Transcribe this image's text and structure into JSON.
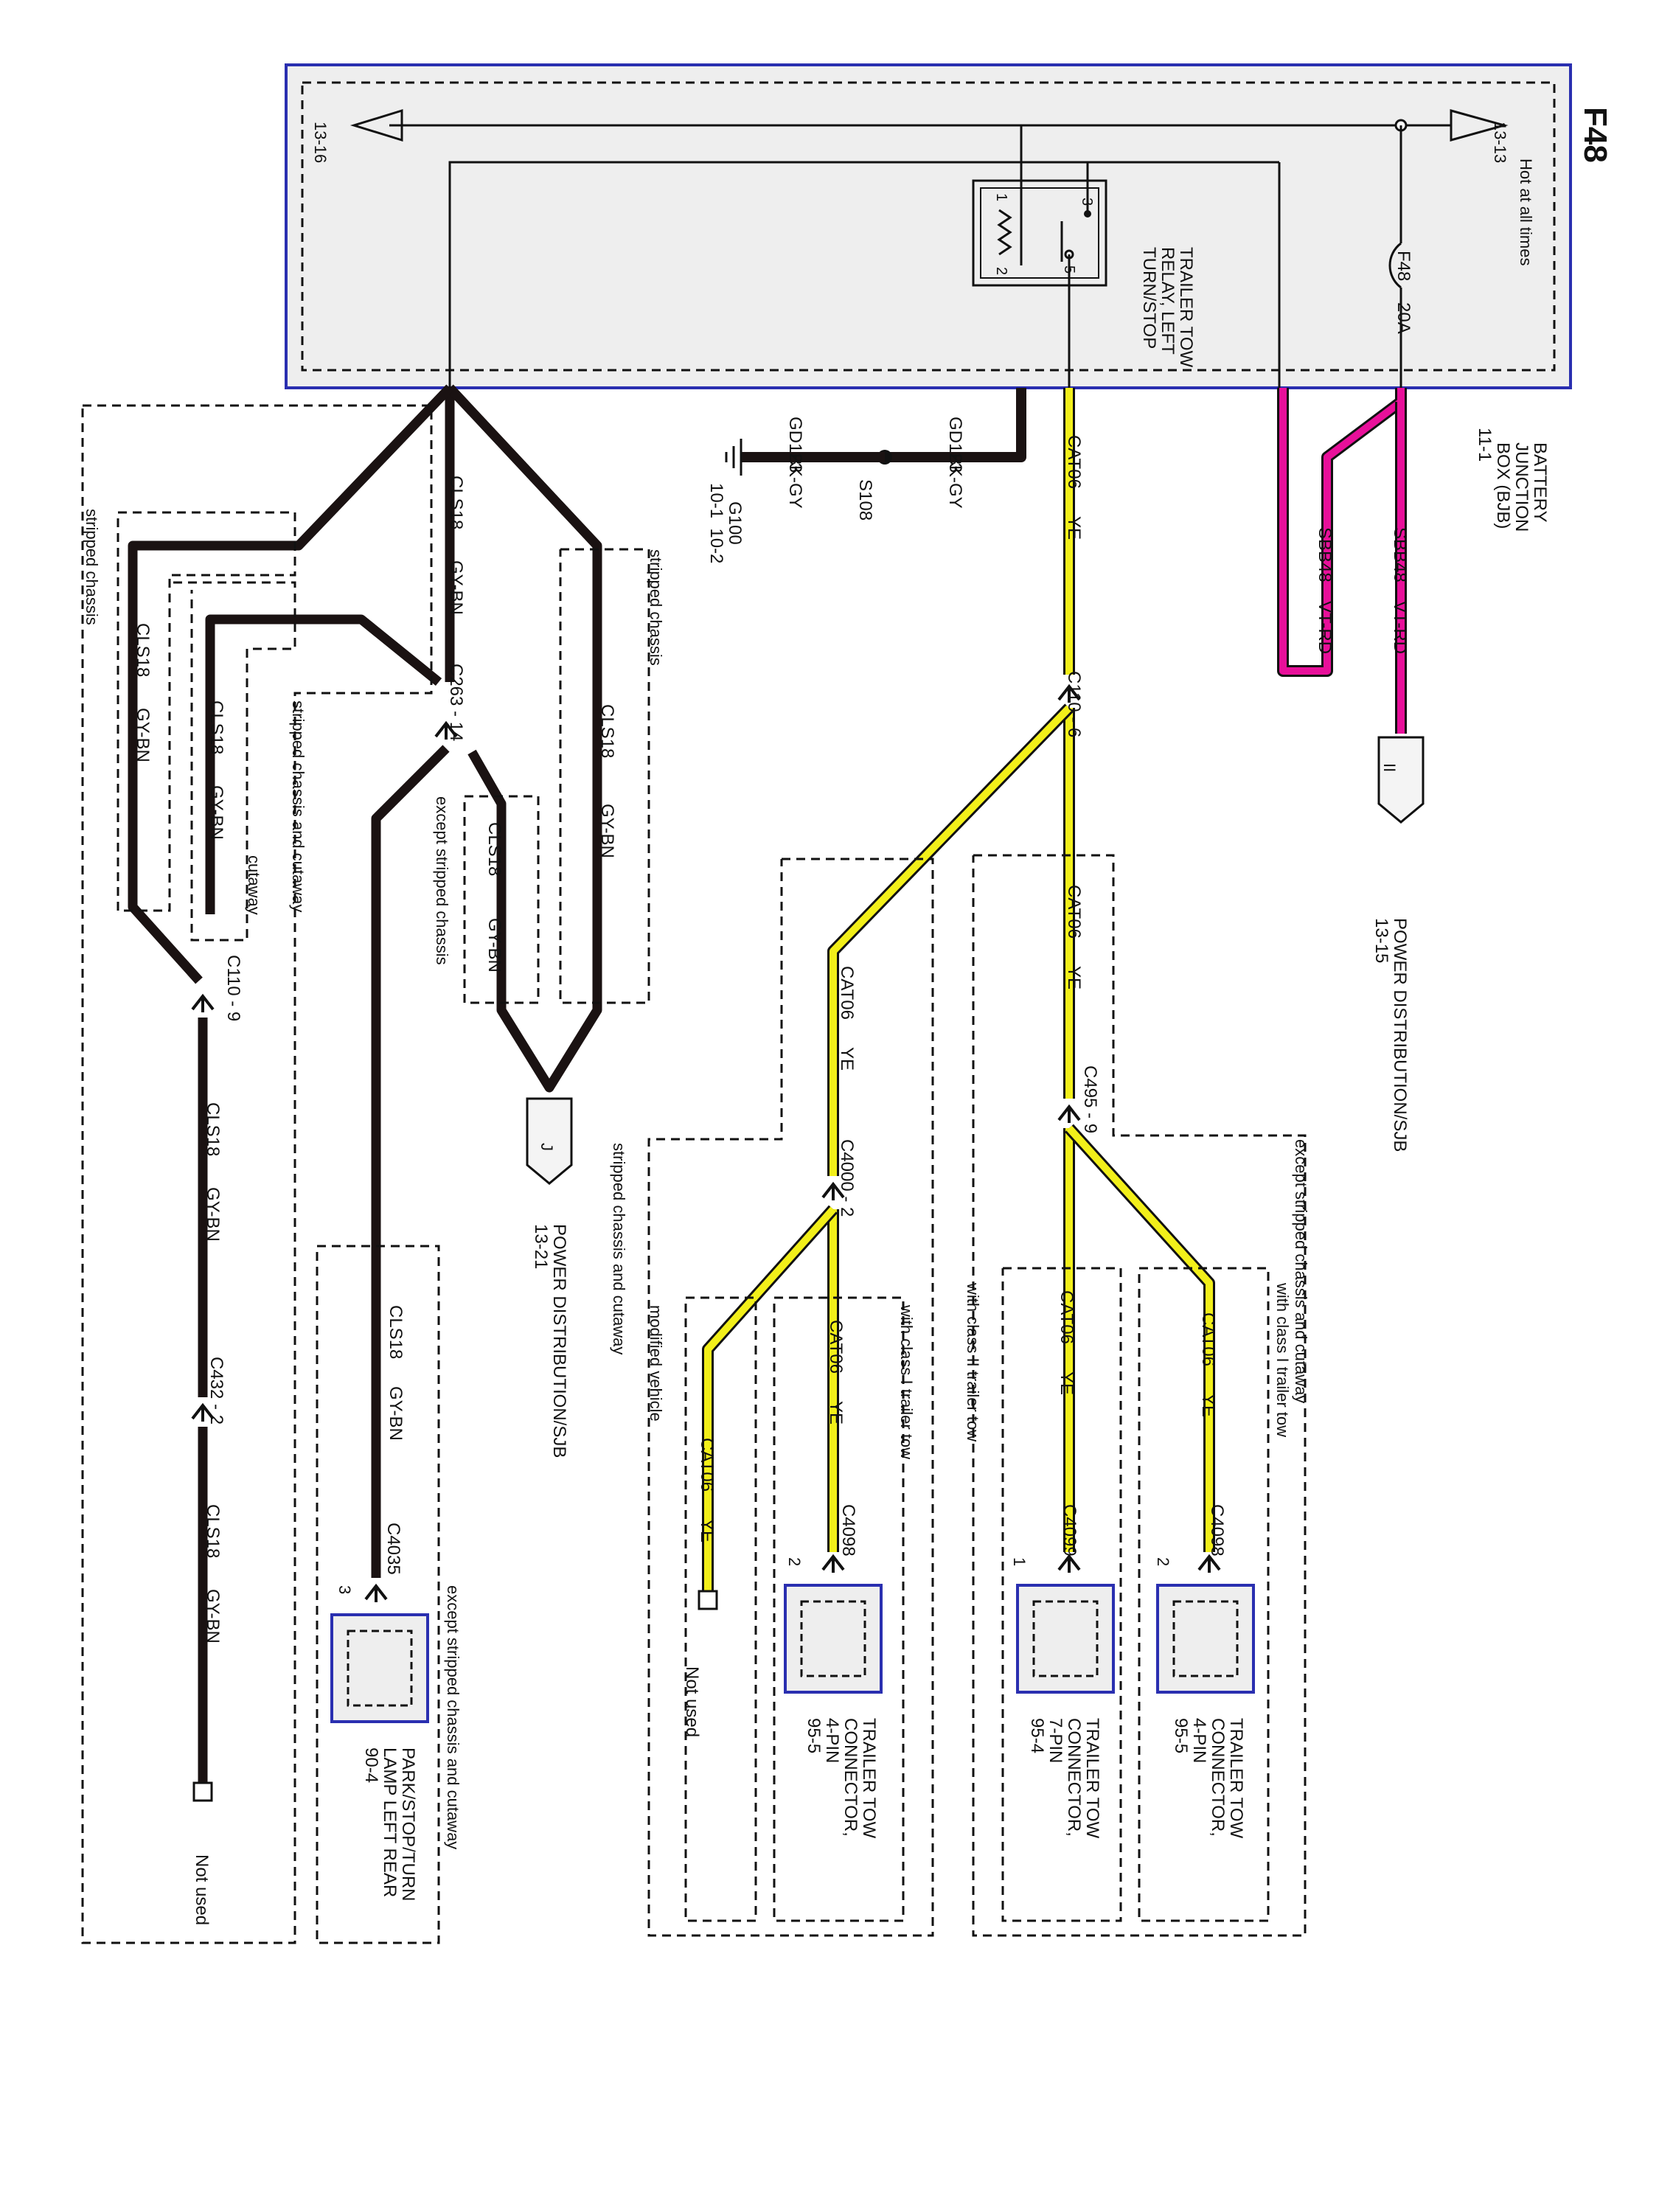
{
  "page_id": "F48",
  "bjb": {
    "name_lines": [
      "BATTERY",
      "JUNCTION",
      "BOX (BJB)",
      "11-1"
    ],
    "hot": "Hot at all times",
    "ref_top": "13-13",
    "ref_bottom": "13-16",
    "fuse_id": "F48",
    "fuse_rating": "20A",
    "relay_lines": [
      "TRAILER TOW",
      "RELAY, LEFT",
      "TURN/STOP"
    ],
    "relay_pins": [
      "1",
      "2",
      "3",
      "5"
    ]
  },
  "wires": {
    "sbb": "SBB48",
    "sbb_color": "VT-RD",
    "gd": "GD123",
    "gd_color": "BK-GY",
    "cat": "CAT06",
    "cat_color": "YE",
    "cls": "CLS18",
    "cls_color": "GY-BN"
  },
  "connectors": {
    "c110_6": "C110 - 6",
    "c110_9": "C110 - 9",
    "c263_14": "C263 - 14",
    "c495_9": "C495 - 9",
    "c4000_2": "C4000 - 2",
    "c432_2": "C432 - 2",
    "c4098": "C4098",
    "c4099": "C4099",
    "c4035": "C4035"
  },
  "pins": {
    "p1": "1",
    "p2": "2",
    "p3": "3"
  },
  "ground": {
    "splice": "S108",
    "name": "G100",
    "refs": "10-1  10-2"
  },
  "offpage": {
    "ii_letter": "II",
    "ii_dest": [
      "POWER DISTRIBUTION/SJB",
      "13-15"
    ],
    "j_letter": "J",
    "j_dest": [
      "POWER DISTRIBUTION/SJB",
      "13-21"
    ]
  },
  "components": {
    "tt4": [
      "TRAILER TOW",
      "CONNECTOR,",
      "4-PIN",
      "95-5"
    ],
    "tt7": [
      "TRAILER TOW",
      "CONNECTOR,",
      "7-PIN",
      "95-4"
    ],
    "park": [
      "PARK/STOP/TURN",
      "LAMP LEFT REAR",
      "90-4"
    ],
    "not_used": "Not used"
  },
  "conditions": {
    "stripped": "stripped chassis",
    "stripped_cutaway": "stripped chassis and cutaway",
    "except_stripped": "except stripped chassis",
    "except_stripped_cutaway": "except stripped chassis and cutaway",
    "cutaway": "cutaway",
    "class1": "with class I trailer tow",
    "class2": "with class II trailer tow",
    "modified": "modified vehicle"
  },
  "colors": {
    "yellow": "#f2ef1a",
    "magenta": "#e8109a",
    "black": "#1a1212",
    "box_blue": "#2a2fb0",
    "box_fill": "#eeeeee"
  }
}
